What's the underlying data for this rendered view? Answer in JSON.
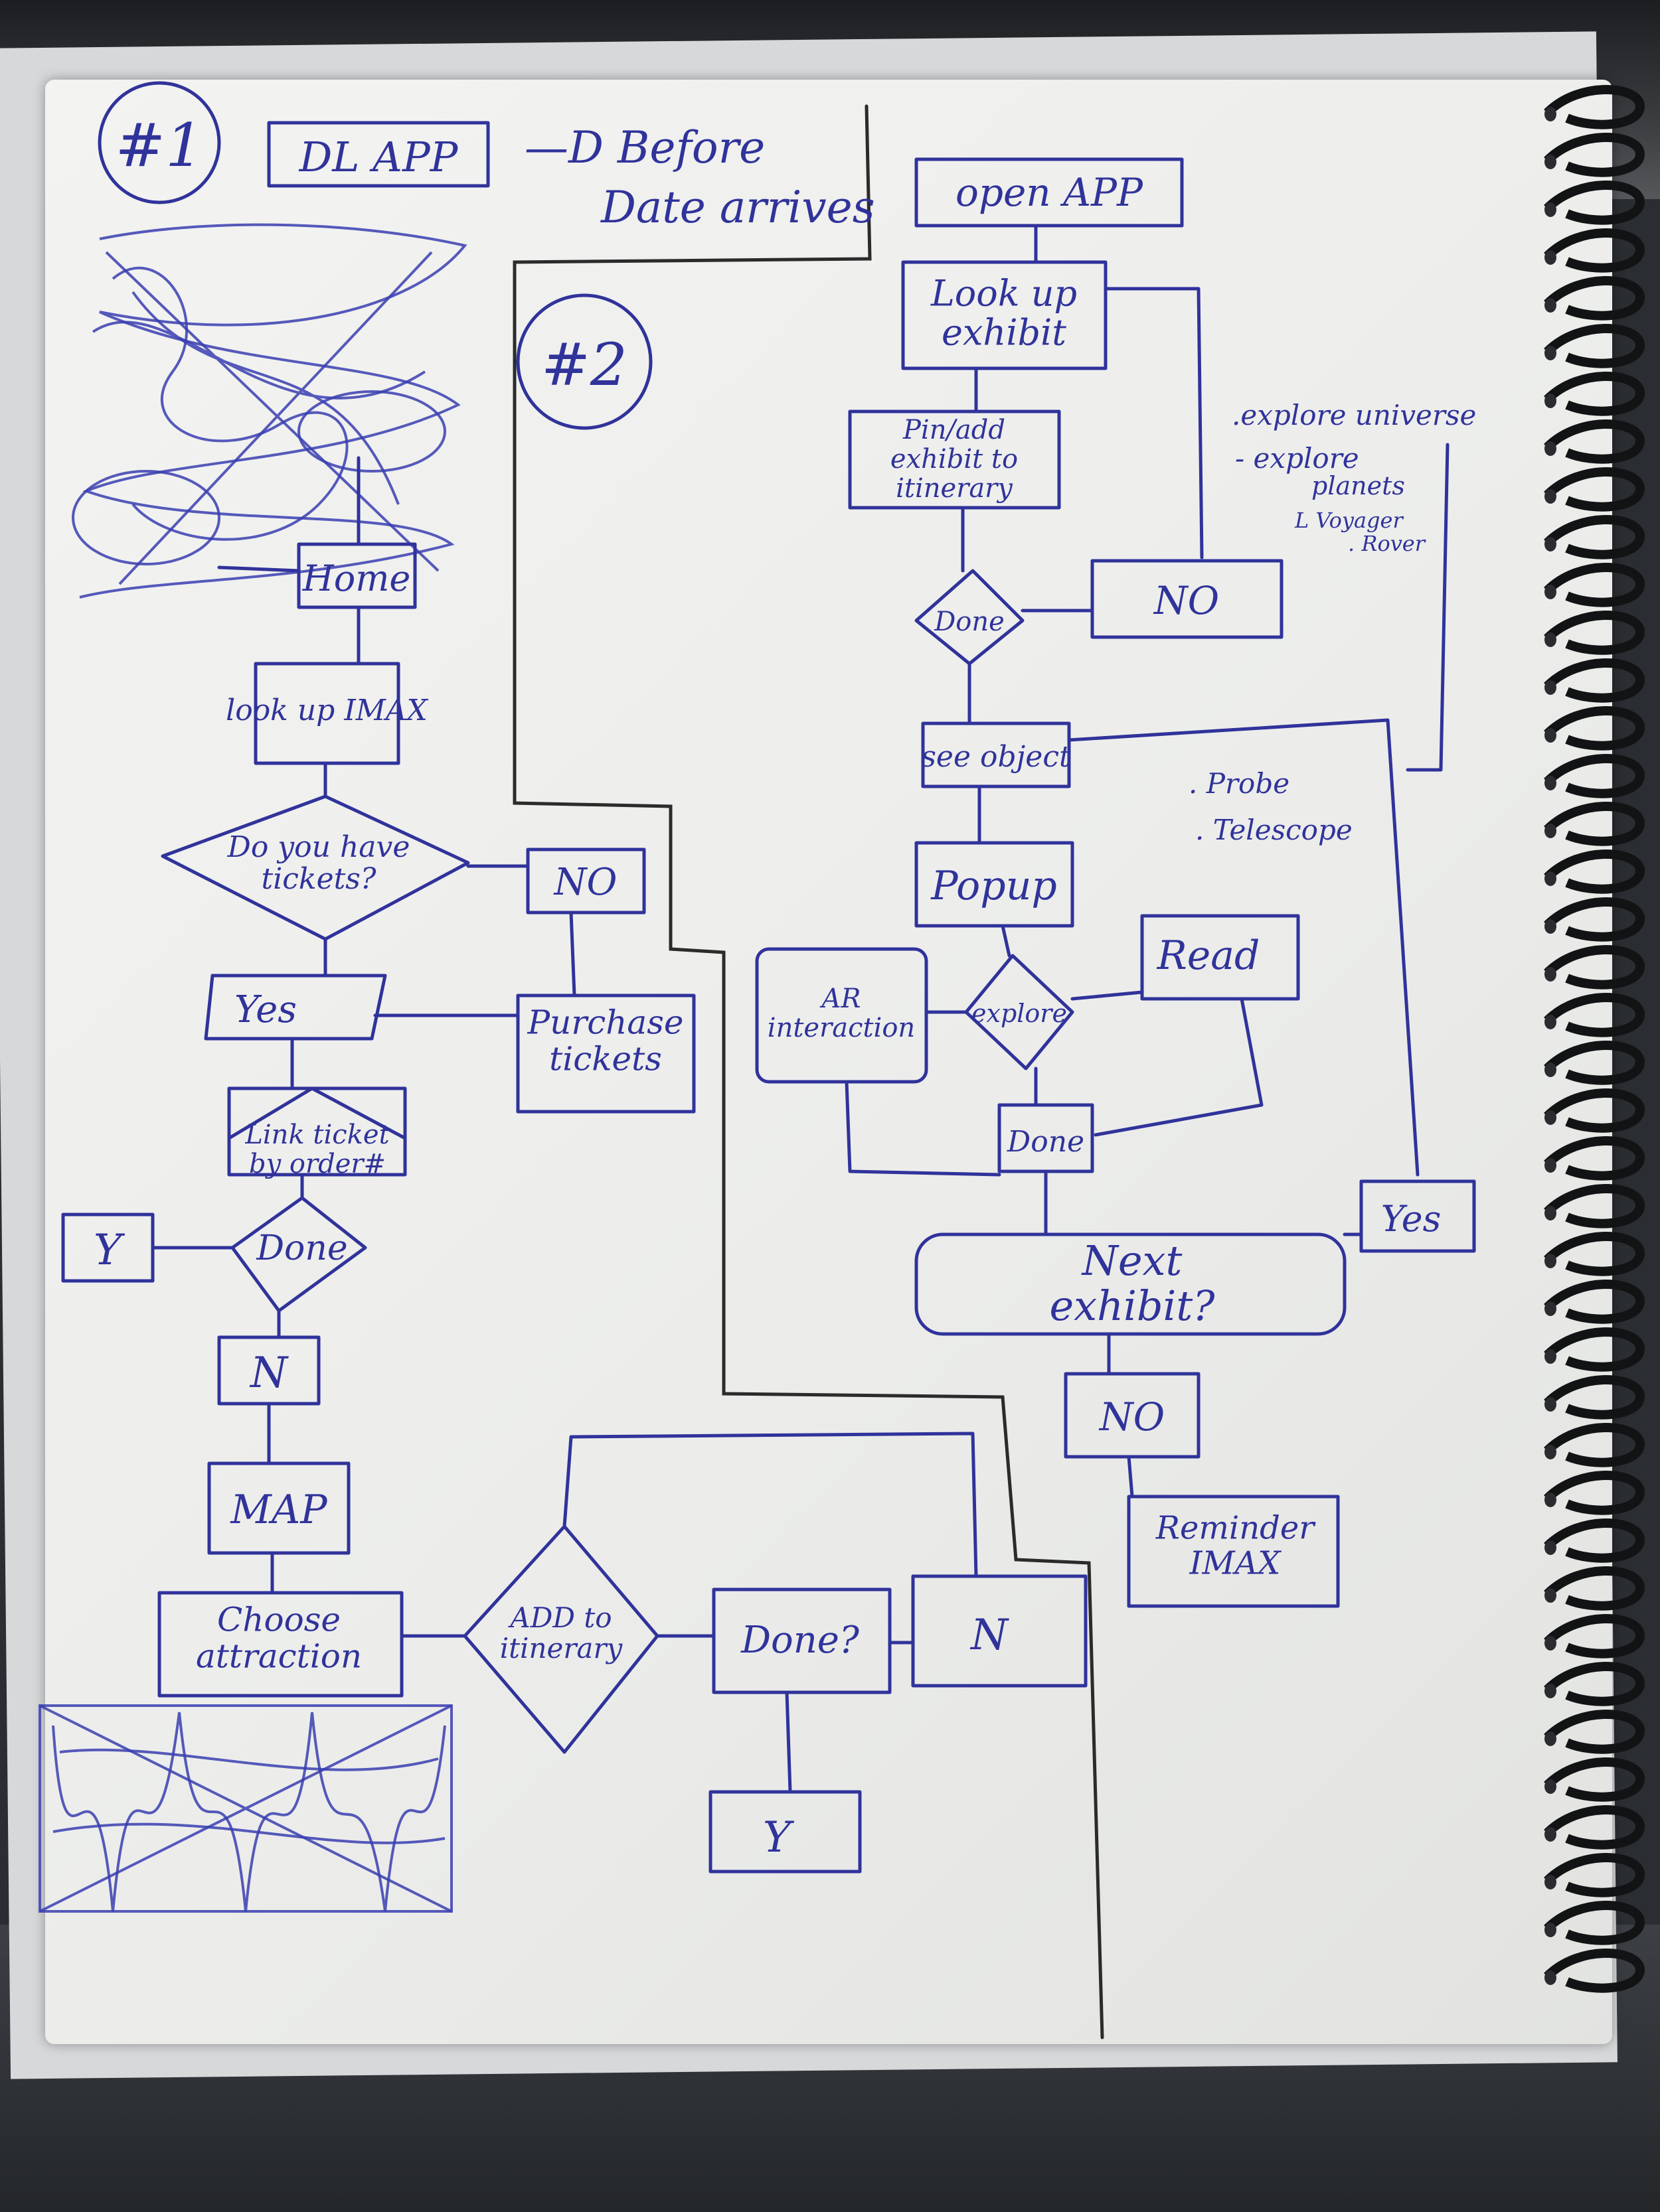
{
  "flow1": {
    "number": "#1",
    "title": "DL APP",
    "title_note": "—D Before Date arrives",
    "home": "Home",
    "look_up": "look up IMAX",
    "have_tickets": "Do you have tickets?",
    "no": "NO",
    "purchase": "Purchase tickets",
    "yes": "Yes",
    "link_ticket": "Link ticket by order#",
    "done": "Done",
    "y": "Y",
    "n": "N",
    "map": "MAP",
    "choose_attraction": "Choose attraction",
    "add_itinerary": "ADD to itinerary",
    "done_q": "Done?",
    "n2": "N",
    "y2": "Y"
  },
  "flow2": {
    "number": "#2",
    "open_app": "open APP",
    "look_up_exhibit": "Look up exhibit",
    "pin_add": "Pin/add exhibit to itinerary",
    "done": "Done",
    "no": "NO",
    "see_object": "see object",
    "popup": "Popup",
    "explore": "explore",
    "read": "Read",
    "ar": "AR interaction",
    "done2": "Done",
    "next_exhibit": "Next exhibit?",
    "yes": "Yes",
    "no2": "NO",
    "reminder": "Reminder IMAX"
  },
  "notes": {
    "list1": [
      ".explore universe",
      "- explore",
      "planets",
      "L Voyager",
      ". Rover"
    ],
    "list2": [
      ". Probe",
      ". Telescope"
    ]
  }
}
